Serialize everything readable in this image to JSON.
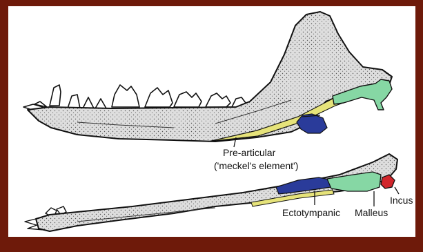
{
  "labels": {
    "pre_articular": "Pre-articular",
    "meckels_element": "('meckel's element')",
    "ectotympanic": "Ectotympanic",
    "malleus": "Malleus",
    "incus": "Incus"
  },
  "colors": {
    "frame": "#6e1a0a",
    "bone": "#dedede",
    "pre_articular": "#e6e37a",
    "ectotympanic": "#2a3b9a",
    "malleus": "#86d7a4",
    "incus": "#d1262c"
  }
}
